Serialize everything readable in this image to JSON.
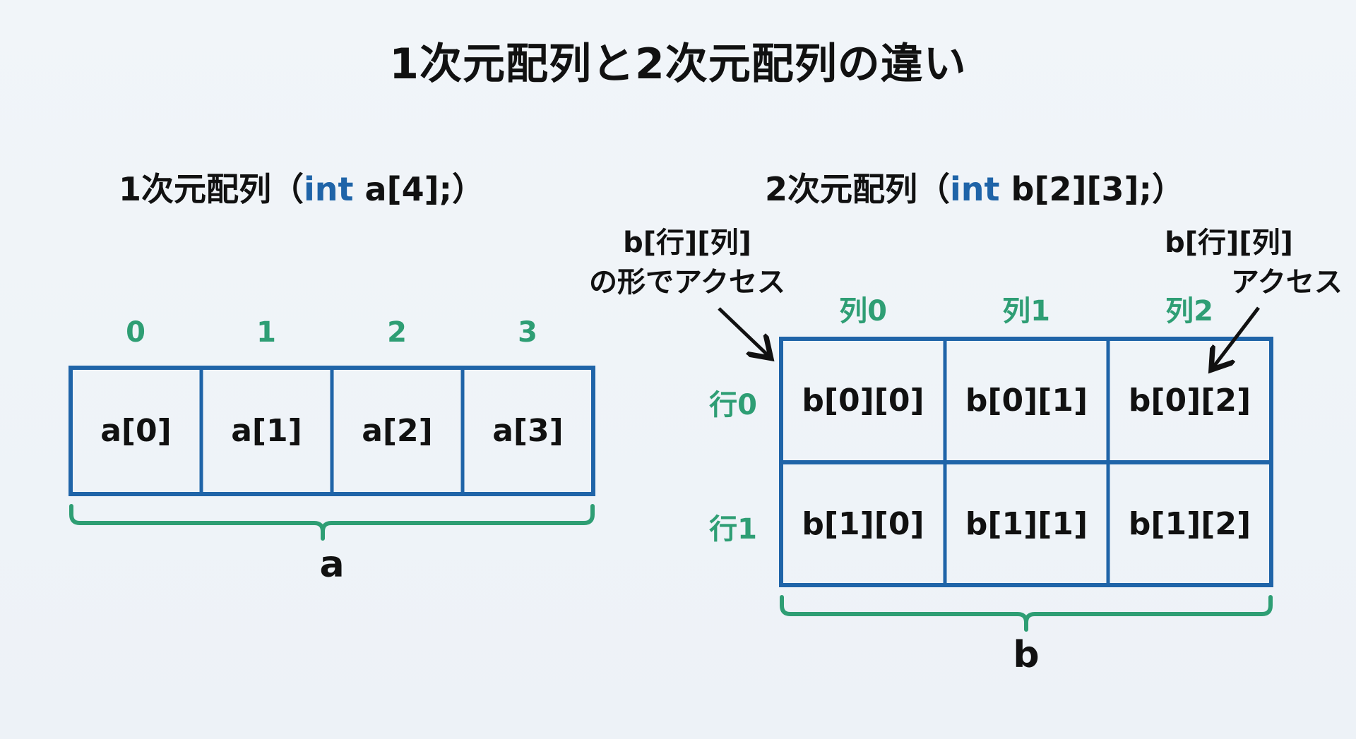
{
  "title": "1次元配列と2次元配列の違い",
  "one_d": {
    "heading_prefix": "1次元配列（",
    "heading_keyword": "int",
    "heading_suffix": " a[4];）",
    "indices": [
      "0",
      "1",
      "2",
      "3"
    ],
    "cells": [
      "a[0]",
      "a[1]",
      "a[2]",
      "a[3]"
    ],
    "brace_label": "a"
  },
  "two_d": {
    "heading_prefix": "2次元配列（",
    "heading_keyword": "int",
    "heading_suffix": " b[2][3];）",
    "col_labels": [
      "列0",
      "列1",
      "列2"
    ],
    "row_labels": [
      "行0",
      "行1"
    ],
    "cells": [
      [
        "b[0][0]",
        "b[0][1]",
        "b[0][2]"
      ],
      [
        "b[1][0]",
        "b[1][1]",
        "b[1][2]"
      ]
    ],
    "brace_label": "b",
    "note_left": {
      "line1": "b[行][列]",
      "line2": "の形でアクセス"
    },
    "note_right": {
      "line1": "b[行][列]",
      "line2": "アクセス"
    }
  },
  "colors": {
    "grid": "#1f64a8",
    "accent": "#2e9e74",
    "text": "#111111",
    "background": "#eef3f8"
  }
}
